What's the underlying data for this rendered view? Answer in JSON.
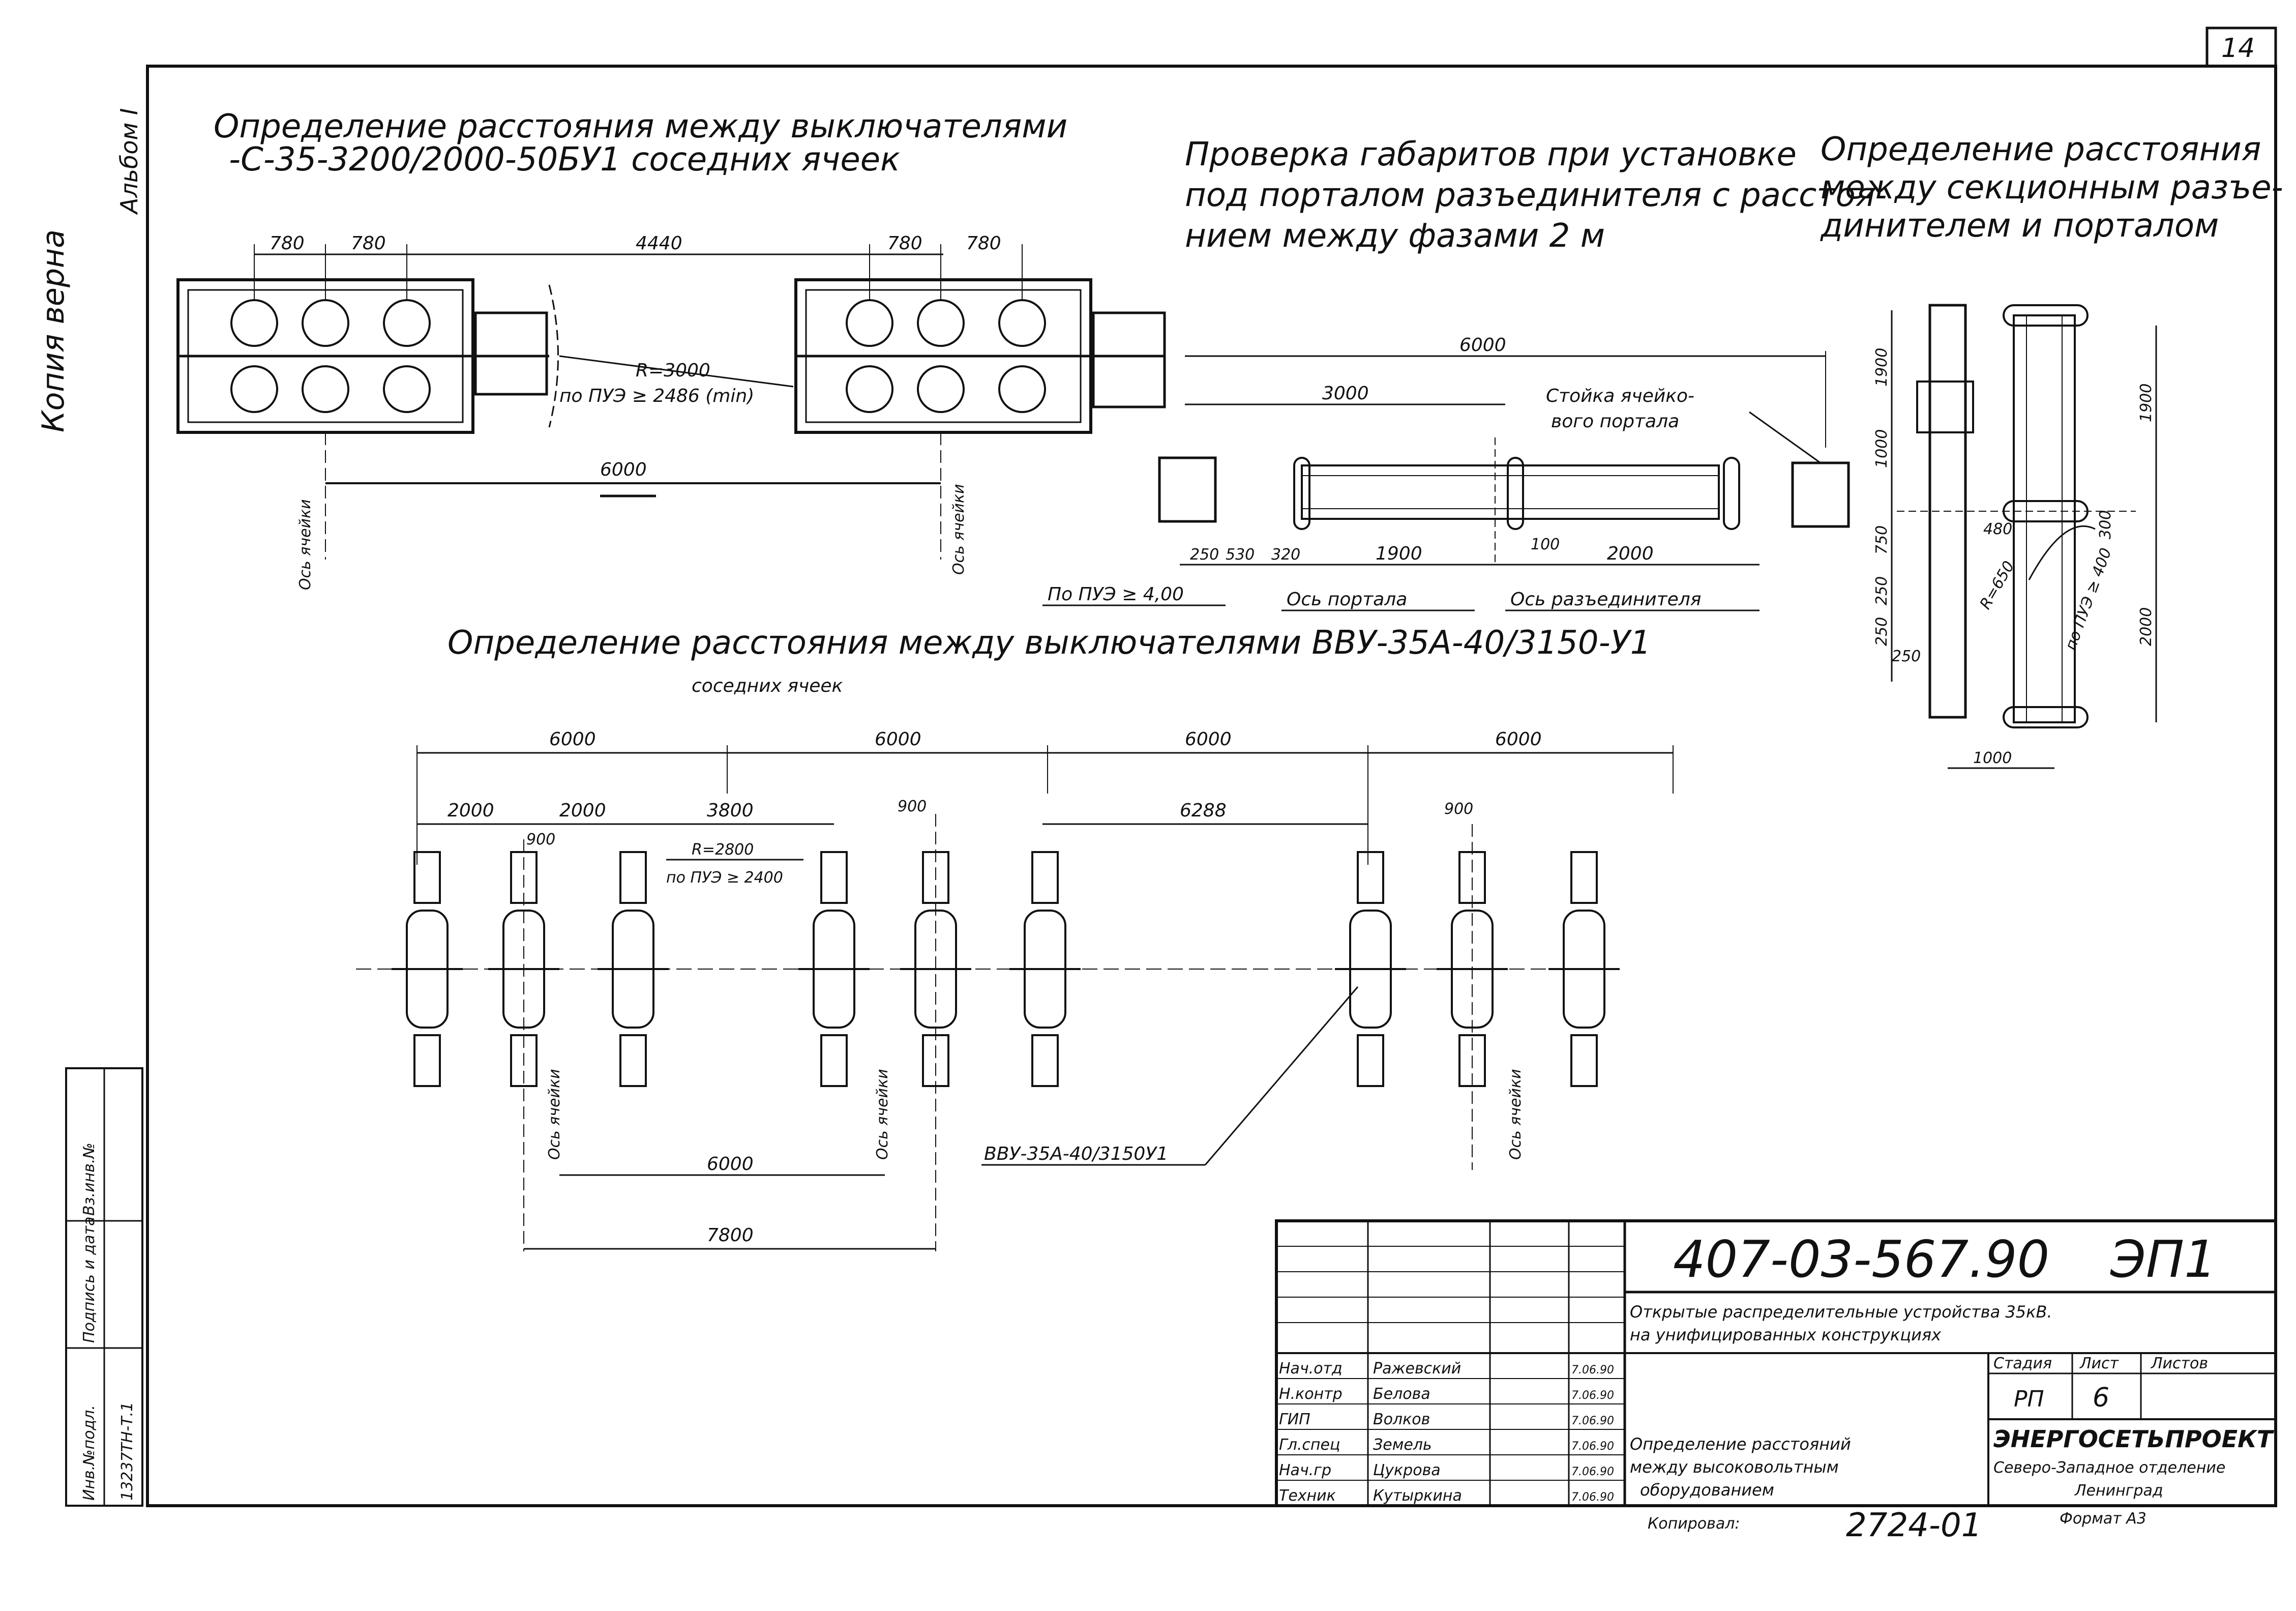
{
  "sheet": {
    "page_number": "14",
    "left_stamp": {
      "copy_label": "Копия верна",
      "album": "Альбом I",
      "inv": "13237ТН-Т.1"
    },
    "left_margin_labels": [
      "Инв.№подл.",
      "Подпись и дата",
      "Вз.инв.№"
    ]
  },
  "section1": {
    "title_line1": "Определение расстояния между выключателями",
    "title_line2": "-С-35-3200/2000-50БУ1 соседних ячеек",
    "dims": [
      "780",
      "780",
      "4440",
      "780",
      "780",
      "6000"
    ],
    "radius": "R=3000",
    "radius_note": "по ПУЭ ≥ 2486 (min)",
    "axis_label": "Ось ячейки"
  },
  "section2": {
    "title_line1": "Проверка габаритов при установке",
    "title_line2": "под порталом разъединителя с расстоя-",
    "title_line3": "нием между фазами 2 м",
    "dims": [
      "6000",
      "3000",
      "250",
      "530",
      "320",
      "1900",
      "100",
      "2000"
    ],
    "post_label_1": "Стойка ячейко-",
    "post_label_2": "вого портала",
    "pue_label": "По ПУЭ ≥ 4,00",
    "portal_axis": "Ось портала",
    "disconnector_axis": "Ось разъединителя"
  },
  "section3": {
    "title_line1": "Определение расстояния",
    "title_line2": "между секционным разъе-",
    "title_line3": "динителем и порталом",
    "dims": [
      "1900",
      "1000",
      "750",
      "250",
      "250",
      "250",
      "480",
      "1900",
      "2000",
      "1000",
      "300"
    ],
    "radius": "R=650",
    "radius_note": "по ПУЭ ≥ 400"
  },
  "section4": {
    "title_line1": "Определение расстояния между выключателями ВВУ-35А-40/3150-У1",
    "title_line2": "соседних ячеек",
    "dims": [
      "6000",
      "6000",
      "6000",
      "6000",
      "2000",
      "2000",
      "3800",
      "900",
      "6288",
      "900",
      "900"
    ],
    "radius": "R=2800",
    "radius_note": "по ПУЭ ≥ 2400",
    "bottom_dims": [
      "6000",
      "7800"
    ],
    "axis_label": "Ось ячейки",
    "breaker_label": "ВВУ-35А-40/3150У1"
  },
  "title_block": {
    "doc_code": "407-03-567.90",
    "doc_suffix": "ЭП1",
    "project_line1": "Открытые распределительные устройства 35кВ.",
    "project_line2": "на унифицированных конструкциях",
    "sheet_title_1": "Определение расстояний",
    "sheet_title_2": "между высоковольтным",
    "sheet_title_3": "оборудованием",
    "stage_header": "Стадия",
    "sheet_header": "Лист",
    "sheets_header": "Листов",
    "stage": "РП",
    "sheet": "6",
    "org_1": "ЭНЕРГОСЕТЬПРОЕКТ",
    "org_2": "Северо-Западное отделение",
    "org_3": "Ленинград",
    "format": "Формат А3",
    "copied": "Копировал:",
    "order": "2724-01",
    "signers": [
      {
        "role": "Нач.отд",
        "name": "Ражевский",
        "date": "7.06.90"
      },
      {
        "role": "Н.контр",
        "name": "Белова",
        "date": "7.06.90"
      },
      {
        "role": "ГИП",
        "name": "Волков",
        "date": "7.06.90"
      },
      {
        "role": "Гл.спец",
        "name": "Земель",
        "date": "7.06.90"
      },
      {
        "role": "Нач.гр",
        "name": "Цукрова",
        "date": "7.06.90"
      },
      {
        "role": "Техник",
        "name": "Кутыркина",
        "date": "7.06.90"
      }
    ]
  }
}
